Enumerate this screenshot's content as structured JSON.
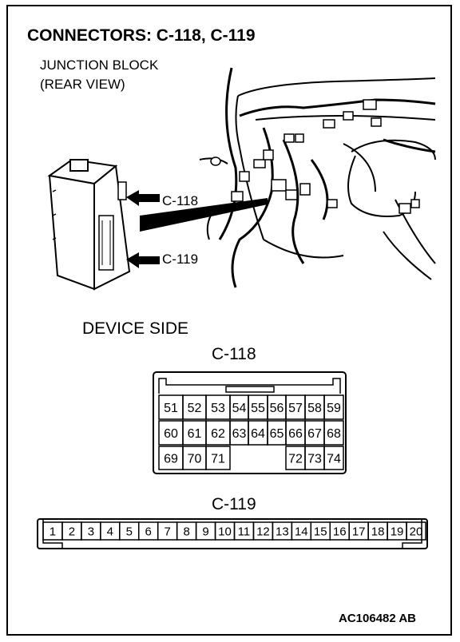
{
  "title": "CONNECTORS: C-118, C-119",
  "junction_block": {
    "line1": "JUNCTION BLOCK",
    "line2": "(REAR VIEW)"
  },
  "callouts": {
    "c118": "C-118",
    "c119": "C-119"
  },
  "device_side": "DEVICE SIDE",
  "c118": {
    "title": "C-118",
    "rows": [
      [
        "51",
        "52",
        "53",
        "54",
        "55",
        "56",
        "57",
        "58",
        "59"
      ],
      [
        "60",
        "61",
        "62",
        "63",
        "64",
        "65",
        "66",
        "67",
        "68"
      ],
      [
        "69",
        "70",
        "71",
        "",
        "",
        "",
        "72",
        "73",
        "74"
      ]
    ]
  },
  "c119": {
    "title": "C-119",
    "pins": [
      "1",
      "2",
      "3",
      "4",
      "5",
      "6",
      "7",
      "8",
      "9",
      "10",
      "11",
      "12",
      "13",
      "14",
      "15",
      "16",
      "17",
      "18",
      "19",
      "20"
    ]
  },
  "figure_code": "AC106482 AB"
}
